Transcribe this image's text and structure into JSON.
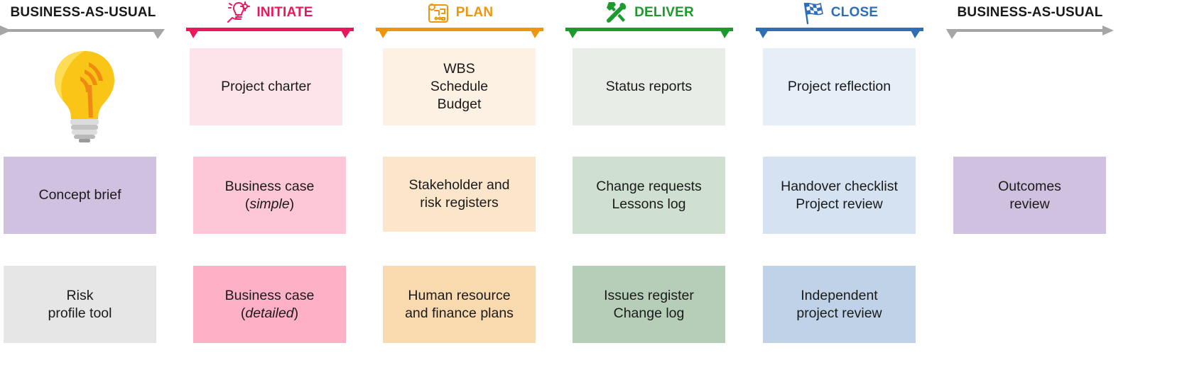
{
  "colors": {
    "bau": "#a6a6a6",
    "initiate": "#e8195a",
    "plan": "#f0950e",
    "deliver": "#1c9a2c",
    "close": "#2f6db5",
    "text_dark": "#1a1a1a"
  },
  "columns": [
    {
      "key": "bau-start",
      "header": "BUSINESS-AS-USUAL",
      "icon": "lightbulb-icon",
      "boxes": [
        {
          "lines": [
            "Concept brief"
          ],
          "fill": "#d1c1e0"
        },
        {
          "lines": [
            "Risk",
            "profile tool"
          ],
          "fill": "#e6e6e6"
        }
      ]
    },
    {
      "key": "initiate",
      "header": "INITIATE",
      "icon": "lightbulb-gear-icon",
      "boxes": [
        {
          "lines": [
            "Project charter"
          ],
          "fill": "#fde3ea"
        },
        {
          "lines": [
            "Business case",
            "(simple)"
          ],
          "italic_second": "simple",
          "fill": "#fdc7d7"
        },
        {
          "lines": [
            "Business case",
            "(detailed)"
          ],
          "italic_second": "detailed",
          "fill": "#fdb0c6"
        }
      ]
    },
    {
      "key": "plan",
      "header": "PLAN",
      "icon": "blueprint-scroll-icon",
      "boxes": [
        {
          "lines": [
            "WBS",
            "Schedule",
            "Budget"
          ],
          "fill": "#fcf1e2"
        },
        {
          "lines": [
            "Stakeholder and",
            "risk registers"
          ],
          "fill": "#fbe6cc"
        },
        {
          "lines": [
            "Human resource",
            "and finance plans"
          ],
          "fill": "#f9d9ae"
        }
      ]
    },
    {
      "key": "deliver",
      "header": "DELIVER",
      "icon": "hammer-wrench-icon",
      "boxes": [
        {
          "lines": [
            "Status reports"
          ],
          "fill": "#e8eee7"
        },
        {
          "lines": [
            "Change requests",
            "Lessons log"
          ],
          "fill": "#d0e0d0"
        },
        {
          "lines": [
            "Issues register",
            "Change log"
          ],
          "fill": "#b6ceb8"
        }
      ]
    },
    {
      "key": "close",
      "header": "CLOSE",
      "icon": "checkered-flag-icon",
      "boxes": [
        {
          "lines": [
            "Project reflection"
          ],
          "fill": "#e6eef8"
        },
        {
          "lines": [
            "Handover checklist",
            "Project review"
          ],
          "fill": "#d4e2f1"
        },
        {
          "lines": [
            "Independent",
            "project review"
          ],
          "fill": "#c0d2e8"
        }
      ]
    },
    {
      "key": "bau-end",
      "header": "BUSINESS-AS-USUAL",
      "icon": "",
      "boxes": [
        {
          "lines": [
            "Outcomes",
            "review"
          ],
          "fill": "#d1c1e0"
        }
      ]
    }
  ]
}
